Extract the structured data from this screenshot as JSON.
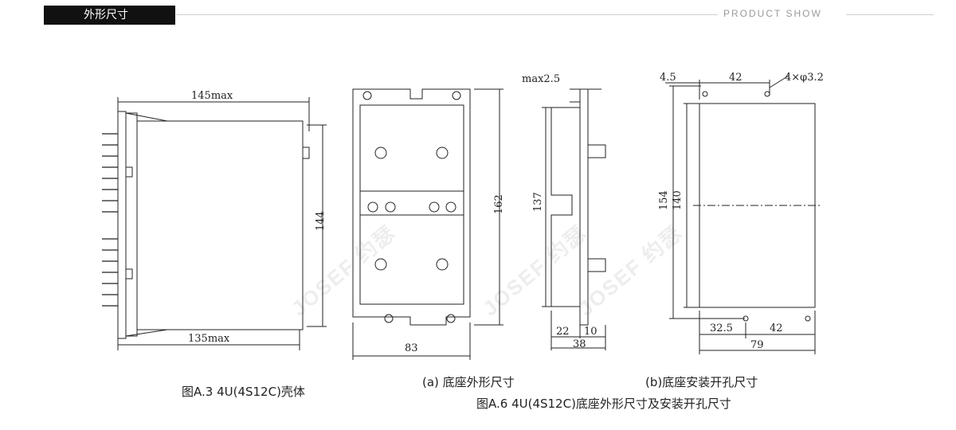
{
  "header": {
    "tab_title": "外形尺寸",
    "brand_text": "PRODUCT SHOW"
  },
  "figure_a3": {
    "caption": "图A.3  4U(4S12C)壳体",
    "dims": {
      "top_width": "145max",
      "bottom_width": "135max",
      "height": "144"
    }
  },
  "figure_a6": {
    "caption": "图A.6  4U(4S12C)底座外形尺寸及安装开孔尺寸",
    "sub_a_caption": "(a) 底座外形尺寸",
    "sub_b_caption": "(b)底座安装开孔尺寸",
    "base_front": {
      "width": "83",
      "height": "162"
    },
    "base_side": {
      "top": "max2.5",
      "height": "137",
      "d1": "22",
      "d2": "10",
      "total": "38"
    },
    "cutout": {
      "a": "4.5",
      "b": "42",
      "holes": "4×φ3.2",
      "h_outer": "154",
      "h_inner": "140",
      "c": "32.5",
      "d": "42",
      "width": "79"
    }
  },
  "watermark": "JOSEF 约瑟"
}
